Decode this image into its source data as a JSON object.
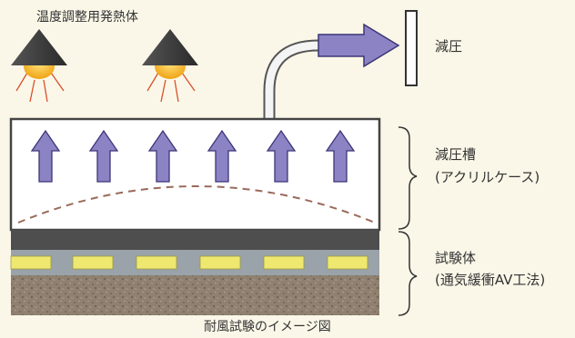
{
  "labels": {
    "heater": "温度調整用発熱体",
    "decompression": "減圧",
    "chamber_line1": "減圧槽",
    "chamber_line2": "(アクリルケース)",
    "specimen_line1": "試験体",
    "specimen_line2": "(通気緩衝AV工法)",
    "caption": "耐風試験のイメージ図"
  },
  "colors": {
    "background": "#fbf7e8",
    "arrow_fill": "#8b83c4",
    "arrow_stroke": "#3d3677",
    "heater_lamp": "#f2b21d",
    "heater_shade": "#3b3b3b",
    "heat_rays": "#d9502b",
    "membrane": "#4e4e4e",
    "yellow_pads": "#efe870",
    "buffer_layer": "#9aa3a9",
    "substrate": "#8f8070",
    "dome_dash": "#9a6a5b"
  },
  "icons": {
    "heater": "heat-lamp-icon",
    "airflow": "upward-arrow-icon"
  }
}
